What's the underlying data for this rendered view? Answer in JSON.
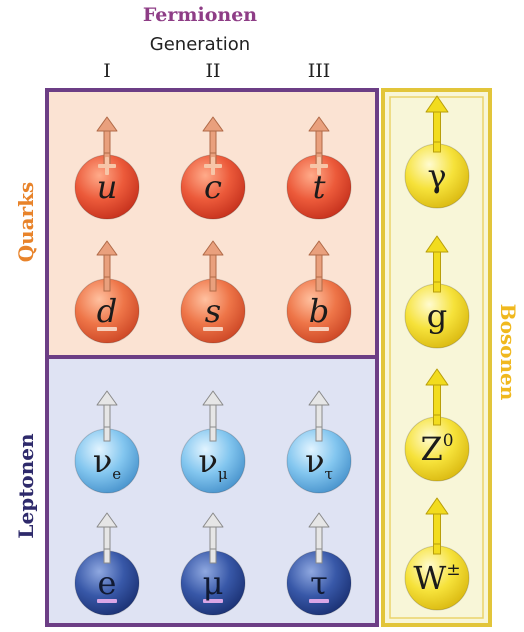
{
  "header": {
    "title": "Fermionen",
    "subtitle": "Generation",
    "generations": [
      "I",
      "II",
      "III"
    ]
  },
  "groups": {
    "quarks": "Quarks",
    "leptonen": "Leptonen",
    "bosonen": "Bosonen"
  },
  "colors": {
    "title_purple": "#8e3d86",
    "fermion_frame": "#6c3e85",
    "quark_bg": "#fbe3d3",
    "lepton_bg": "#dfe3f3",
    "boson_bg": "#f8f6d8",
    "boson_frame": "#e2c53a",
    "quark_ball": "#e65a3a",
    "neutrino_ball": "#7ec3ee",
    "lepton_ball": "#2b4d9e",
    "boson_ball": "#f5df2c"
  },
  "particles": [
    {
      "id": "u",
      "base": "u",
      "sub": "",
      "sup": "",
      "italic": true,
      "kind": "quark-up",
      "charge": "+",
      "spin": "orange"
    },
    {
      "id": "c",
      "base": "c",
      "sub": "",
      "sup": "",
      "italic": true,
      "kind": "quark-up",
      "charge": "+",
      "spin": "orange"
    },
    {
      "id": "t",
      "base": "t",
      "sub": "",
      "sup": "",
      "italic": true,
      "kind": "quark-up",
      "charge": "+",
      "spin": "orange"
    },
    {
      "id": "d",
      "base": "d",
      "sub": "",
      "sup": "",
      "italic": true,
      "kind": "quark-down",
      "charge": "-",
      "spin": "orange"
    },
    {
      "id": "s",
      "base": "s",
      "sub": "",
      "sup": "",
      "italic": true,
      "kind": "quark-down",
      "charge": "-",
      "spin": "orange"
    },
    {
      "id": "b",
      "base": "b",
      "sub": "",
      "sup": "",
      "italic": true,
      "kind": "quark-down",
      "charge": "-",
      "spin": "orange"
    },
    {
      "id": "nu-e",
      "base": "ν",
      "sub": "e",
      "sup": "",
      "italic": false,
      "kind": "neutrino",
      "charge": "",
      "spin": "gray"
    },
    {
      "id": "nu-mu",
      "base": "ν",
      "sub": "μ",
      "sup": "",
      "italic": false,
      "kind": "neutrino",
      "charge": "",
      "spin": "gray"
    },
    {
      "id": "nu-tau",
      "base": "ν",
      "sub": "τ",
      "sup": "",
      "italic": false,
      "kind": "neutrino",
      "charge": "",
      "spin": "gray"
    },
    {
      "id": "e",
      "base": "e",
      "sub": "",
      "sup": "",
      "italic": false,
      "kind": "lepton",
      "charge": "-",
      "spin": "gray"
    },
    {
      "id": "mu",
      "base": "μ",
      "sub": "",
      "sup": "",
      "italic": false,
      "kind": "lepton",
      "charge": "-",
      "spin": "gray"
    },
    {
      "id": "tau",
      "base": "τ",
      "sub": "",
      "sup": "",
      "italic": false,
      "kind": "lepton",
      "charge": "-",
      "spin": "gray"
    },
    {
      "id": "gamma",
      "base": "γ",
      "sub": "",
      "sup": "",
      "italic": false,
      "kind": "boson",
      "charge": "",
      "spin": "yellow"
    },
    {
      "id": "g",
      "base": "g",
      "sub": "",
      "sup": "",
      "italic": false,
      "kind": "boson",
      "charge": "",
      "spin": "yellow"
    },
    {
      "id": "z0",
      "base": "Z",
      "sub": "",
      "sup": "0",
      "italic": false,
      "kind": "boson",
      "charge": "",
      "spin": "yellow"
    },
    {
      "id": "w",
      "base": "W",
      "sub": "",
      "sup": "±",
      "italic": false,
      "kind": "boson",
      "charge": "",
      "spin": "yellow"
    }
  ]
}
